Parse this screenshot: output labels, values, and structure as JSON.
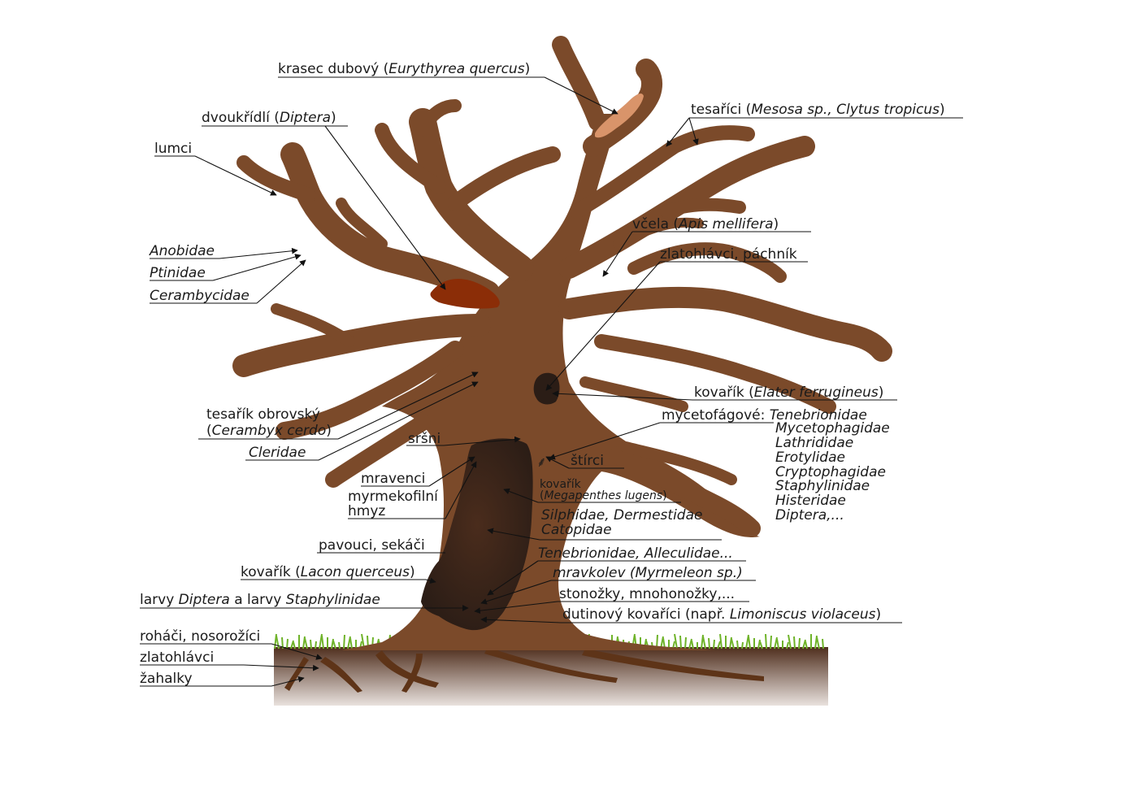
{
  "colors": {
    "bark": "#7b4a2a",
    "bark_dark": "#5e3418",
    "wood_light": "#d9946a",
    "rot": "#8b2d07",
    "cavity": "#2b1d16",
    "cavity_inner": "#4a2c1c",
    "grass": "#6fb32a",
    "soil_top": "#4f2e1d",
    "soil_bottom": "#e9e2de"
  },
  "labels": [
    {
      "name": "label-krasec-dubovy",
      "parts": [
        {
          "t": "krasec dubový ("
        },
        {
          "t": "Eurythyrea quercus",
          "i": true
        },
        {
          "t": ")"
        }
      ]
    },
    {
      "name": "label-tesarici",
      "parts": [
        {
          "t": "tesaříci ("
        },
        {
          "t": "Mesosa sp., Clytus tropicus",
          "i": true
        },
        {
          "t": ")"
        }
      ]
    },
    {
      "name": "label-dvoukridli",
      "parts": [
        {
          "t": "dvoukřídlí ("
        },
        {
          "t": "Diptera",
          "i": true
        },
        {
          "t": ")"
        }
      ]
    },
    {
      "name": "label-lumci",
      "parts": [
        {
          "t": "lumci"
        }
      ]
    },
    {
      "name": "label-anobidae",
      "parts": [
        {
          "t": "Anobidae",
          "i": true
        }
      ]
    },
    {
      "name": "label-ptinidae",
      "parts": [
        {
          "t": "Ptinidae",
          "i": true
        }
      ]
    },
    {
      "name": "label-cerambycidae",
      "parts": [
        {
          "t": "Cerambycidae",
          "i": true
        }
      ]
    },
    {
      "name": "label-vcela",
      "parts": [
        {
          "t": "včela ("
        },
        {
          "t": "Apis mellifera",
          "i": true
        },
        {
          "t": ")"
        }
      ]
    },
    {
      "name": "label-zlatohlavci-pachnik",
      "parts": [
        {
          "t": "zlatohlávci, páchník"
        }
      ]
    },
    {
      "name": "label-kovarik-elater",
      "parts": [
        {
          "t": "kovařík ("
        },
        {
          "t": "Elater ferrugineus",
          "i": true
        },
        {
          "t": ")"
        }
      ]
    },
    {
      "name": "label-mycetofagove",
      "parts": [
        {
          "t": "mycetofágové: "
        },
        {
          "t": "Tenebrionidae",
          "i": true
        }
      ]
    },
    {
      "name": "label-mycetophagidae",
      "parts": [
        {
          "t": "Mycetophagidae",
          "i": true
        }
      ]
    },
    {
      "name": "label-lathrididae",
      "parts": [
        {
          "t": "Lathrididae",
          "i": true
        }
      ]
    },
    {
      "name": "label-erotylidae",
      "parts": [
        {
          "t": "Erotylidae",
          "i": true
        }
      ]
    },
    {
      "name": "label-cryptophagidae",
      "parts": [
        {
          "t": "Cryptophagidae",
          "i": true
        }
      ]
    },
    {
      "name": "label-staphylinidae",
      "parts": [
        {
          "t": "Staphylinidae",
          "i": true
        }
      ]
    },
    {
      "name": "label-histeridae",
      "parts": [
        {
          "t": "Histeridae",
          "i": true
        }
      ]
    },
    {
      "name": "label-diptera-etc",
      "parts": [
        {
          "t": "Diptera,...",
          "i": true
        }
      ]
    },
    {
      "name": "label-tesarik-obrovsky",
      "parts": [
        {
          "t": "tesařík obrovský"
        }
      ]
    },
    {
      "name": "label-cerambyx-cerdo",
      "parts": [
        {
          "t": "("
        },
        {
          "t": "Cerambyx cerdo",
          "i": true
        },
        {
          "t": ")"
        }
      ]
    },
    {
      "name": "label-cleridae",
      "parts": [
        {
          "t": "Cleridae",
          "i": true
        }
      ]
    },
    {
      "name": "label-srsni",
      "parts": [
        {
          "t": "sršni"
        }
      ]
    },
    {
      "name": "label-stirci",
      "parts": [
        {
          "t": "štírci"
        }
      ]
    },
    {
      "name": "label-mravenci",
      "parts": [
        {
          "t": "mravenci"
        }
      ]
    },
    {
      "name": "label-myrmekofilni",
      "parts": [
        {
          "t": "myrmekofilní"
        }
      ]
    },
    {
      "name": "label-hmyz",
      "parts": [
        {
          "t": "hmyz"
        }
      ]
    },
    {
      "name": "label-kovarik-megapenthes",
      "parts": [
        {
          "t": "kovařík"
        }
      ]
    },
    {
      "name": "label-megapenthes-lugens",
      "parts": [
        {
          "t": "("
        },
        {
          "t": "Megapenthes lugens",
          "i": true
        },
        {
          "t": ")"
        }
      ]
    },
    {
      "name": "label-silphidae",
      "parts": [
        {
          "t": "Silphidae, Dermestidae",
          "i": true
        }
      ]
    },
    {
      "name": "label-catopidae",
      "parts": [
        {
          "t": "Catopidae",
          "i": true
        }
      ]
    },
    {
      "name": "label-pavouci",
      "parts": [
        {
          "t": "pavouci, sekáči"
        }
      ]
    },
    {
      "name": "label-tenebrionidae-alleculidae",
      "parts": [
        {
          "t": "Tenebrionidae, Alleculidae...",
          "i": true
        }
      ]
    },
    {
      "name": "label-kovarik-lacon",
      "parts": [
        {
          "t": "kovařík ("
        },
        {
          "t": "Lacon querceus",
          "i": true
        },
        {
          "t": ")"
        }
      ]
    },
    {
      "name": "label-mravkolev",
      "parts": [
        {
          "t": "mravkolev (Myrmeleon sp.)",
          "i": true
        }
      ]
    },
    {
      "name": "label-larvy",
      "parts": [
        {
          "t": "larvy "
        },
        {
          "t": "Diptera",
          "i": true
        },
        {
          "t": " a larvy "
        },
        {
          "t": "Staphylinidae",
          "i": true
        }
      ]
    },
    {
      "name": "label-stonozky",
      "parts": [
        {
          "t": "stonožky, mnohonožky,..."
        }
      ]
    },
    {
      "name": "label-dutinovy-kovarici",
      "parts": [
        {
          "t": "dutinový kovaříci (např. "
        },
        {
          "t": "Limoniscus violaceus",
          "i": true
        },
        {
          "t": ")"
        }
      ]
    },
    {
      "name": "label-rohaci",
      "parts": [
        {
          "t": "roháči, nosorožíci"
        }
      ]
    },
    {
      "name": "label-zlatohlavci",
      "parts": [
        {
          "t": "zlatohlávci"
        }
      ]
    },
    {
      "name": "label-zahalky",
      "parts": [
        {
          "t": "žahalky"
        }
      ]
    }
  ]
}
